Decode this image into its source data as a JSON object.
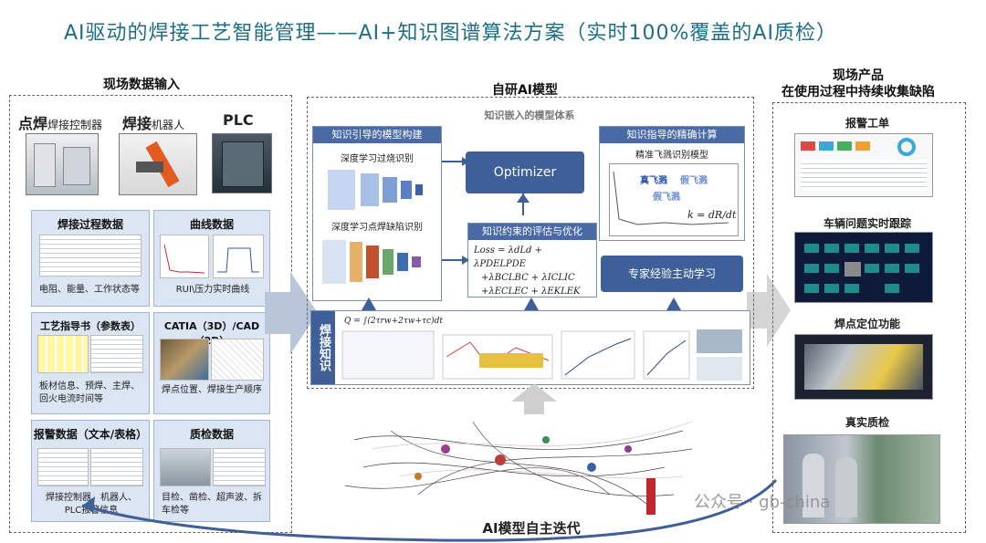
{
  "title": "AI驱动的焊接工艺智能管理——AI+知识图谱算法方案（实时100%覆盖的AI质检）",
  "left": {
    "header": "现场数据输入",
    "devices": [
      {
        "bold": "点焊",
        "rest": "焊接控制器"
      },
      {
        "bold": "焊接",
        "rest": "机器人"
      },
      {
        "bold": "PLC",
        "rest": ""
      }
    ],
    "panels": [
      {
        "title": "焊接过程数据",
        "caption": "电阻、能量、工作状态等"
      },
      {
        "title": "曲线数据",
        "caption": "RUI\\压力实时曲线"
      },
      {
        "title": "工艺指导书（参数表）",
        "caption": "板材信息、预焊、主焊、回火电流时间等"
      },
      {
        "title": "CATIA（3D）/CAD（2D）",
        "caption": "焊点位置、焊接生产顺序"
      },
      {
        "title": "报警数据（文本/表格）",
        "caption": "焊接控制器、机器人、PLC报警信息"
      },
      {
        "title": "质检数据",
        "caption": "目检、凿检、超声波、拆车检等"
      }
    ]
  },
  "middle": {
    "header": "自研AI模型",
    "subheader": "知识嵌入的模型体系",
    "box1_title": "知识引导的模型构建",
    "box1_item1": "深度学习过烧识别",
    "box1_item2": "深度学习点焊缺陷识别",
    "optimizer": "Optimizer",
    "box2_title": "知识指导的精确计算",
    "box2_sub": "精准飞溅识别模型",
    "box2_true": "真飞溅",
    "box2_false1": "假飞溅",
    "box2_false2": "假飞溅",
    "box2_formula": "k = dR/dt",
    "eval_title": "知识约束的评估与优化",
    "loss_line1": "Loss = λdLd + λPDELPDE",
    "loss_line2": "+λBCLBC + λICLIC",
    "loss_line3": "+λECLEC + λEKLEK",
    "expert": "专家经验主动学习",
    "knowledge_label": "焊接知识",
    "knowledge_formula": "Q = ∫(2τrw+2τw+τc)dt",
    "bottom_label": "AI模型自主迭代"
  },
  "right": {
    "header_line1": "现场产品",
    "header_line2": "在使用过程中持续收集缺陷",
    "items": [
      "报警工单",
      "车辆问题实时跟踪",
      "焊点定位功能",
      "真实质检"
    ]
  },
  "watermark": "公众号 · gb-china",
  "colors": {
    "title": "#1d6f86",
    "navy": "#3f5f98",
    "panel": "#dbe5f3"
  }
}
